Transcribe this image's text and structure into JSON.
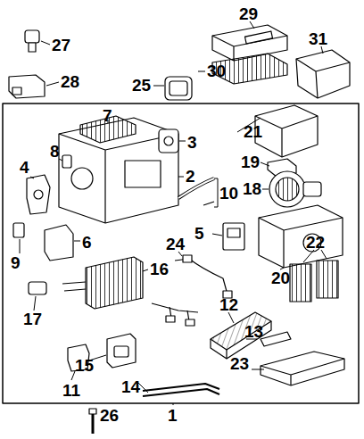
{
  "diagram": {
    "labels": [
      "29",
      "31",
      "27",
      "28",
      "25",
      "30",
      "7",
      "21",
      "3",
      "8",
      "2",
      "19",
      "4",
      "10",
      "18",
      "5",
      "24",
      "6",
      "9",
      "22",
      "16",
      "20",
      "12",
      "17",
      "13",
      "15",
      "23",
      "11",
      "14",
      "26",
      "1"
    ]
  }
}
